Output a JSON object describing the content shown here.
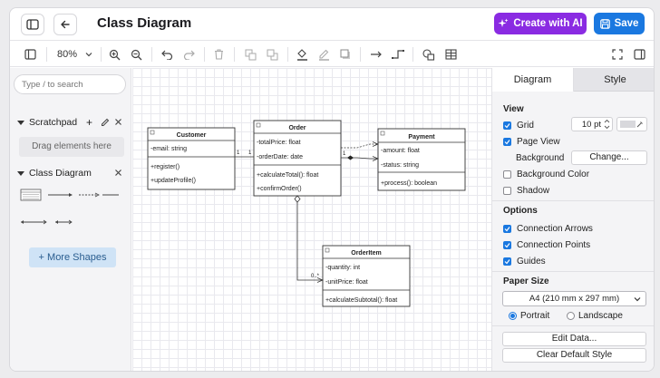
{
  "header": {
    "title": "Class Diagram",
    "create_ai_label": "Create with AI",
    "save_label": "Save"
  },
  "toolbar": {
    "zoom": "80%"
  },
  "left_sidebar": {
    "search_placeholder": "Type / to search",
    "scratchpad_label": "Scratchpad",
    "drag_hint": "Drag elements here",
    "class_diagram_label": "Class Diagram",
    "more_shapes_label": "+ More Shapes"
  },
  "diagram": {
    "classes": [
      {
        "name": "Customer",
        "attributes": [
          "-email: string"
        ],
        "methods": [
          "+register()",
          "+updateProfile()"
        ]
      },
      {
        "name": "Order",
        "attributes": [
          "-totalPrice: float",
          "-orderDate: date"
        ],
        "methods": [
          "+calculateTotal(): float",
          "+confirmOrder()"
        ]
      },
      {
        "name": "Payment",
        "attributes": [
          "-amount: float",
          "-status: string"
        ],
        "methods": [
          "+process(): boolean"
        ]
      },
      {
        "name": "OrderItem",
        "attributes": [
          "-quantity: int",
          "-unitPrice: float"
        ],
        "methods": [
          "+calculateSubtotal(): float"
        ]
      }
    ],
    "multiplicities": {
      "customer_end": "1",
      "order_end": "1",
      "payment_end": "1",
      "orderitem_end": "0..*"
    }
  },
  "right_panel": {
    "tabs": [
      "Diagram",
      "Style"
    ],
    "view_title": "View",
    "grid_label": "Grid",
    "grid_size": "10 pt",
    "page_view_label": "Page View",
    "background_label": "Background",
    "change_button": "Change...",
    "background_color_label": "Background Color",
    "shadow_label": "Shadow",
    "options_title": "Options",
    "connection_arrows_label": "Connection Arrows",
    "connection_points_label": "Connection Points",
    "guides_label": "Guides",
    "paper_size_title": "Paper Size",
    "paper_size_value": "A4 (210 mm x 297 mm)",
    "portrait_label": "Portrait",
    "landscape_label": "Landscape",
    "edit_data_button": "Edit Data...",
    "clear_style_button": "Clear Default Style"
  },
  "colors": {
    "accent_blue": "#1a78e0",
    "ai_purple": "#8a2be2"
  }
}
